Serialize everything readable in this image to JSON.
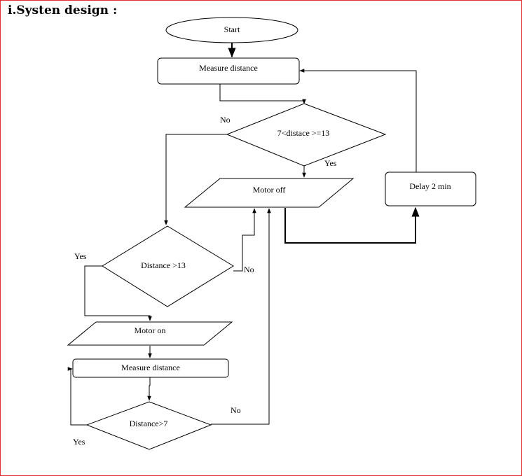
{
  "title": "i.Systen design :",
  "nodes": {
    "start": "Start",
    "measure_1": "Measure distance",
    "decision_1": "7<distace >=13",
    "motor_off": "Motor off",
    "delay": "Delay 2 min",
    "decision_2": "Distance >13",
    "motor_on": "Motor on",
    "measure_2": "Measure distance",
    "decision_3": "Distance>7"
  },
  "edge_labels": {
    "d1_no": "No",
    "d1_yes": "Yes",
    "d2_yes": "Yes",
    "d2_no": "No",
    "d3_no": "No",
    "d3_yes": "Yes"
  },
  "colors": {
    "frame_border": "#e03030",
    "stroke": "#000000"
  }
}
